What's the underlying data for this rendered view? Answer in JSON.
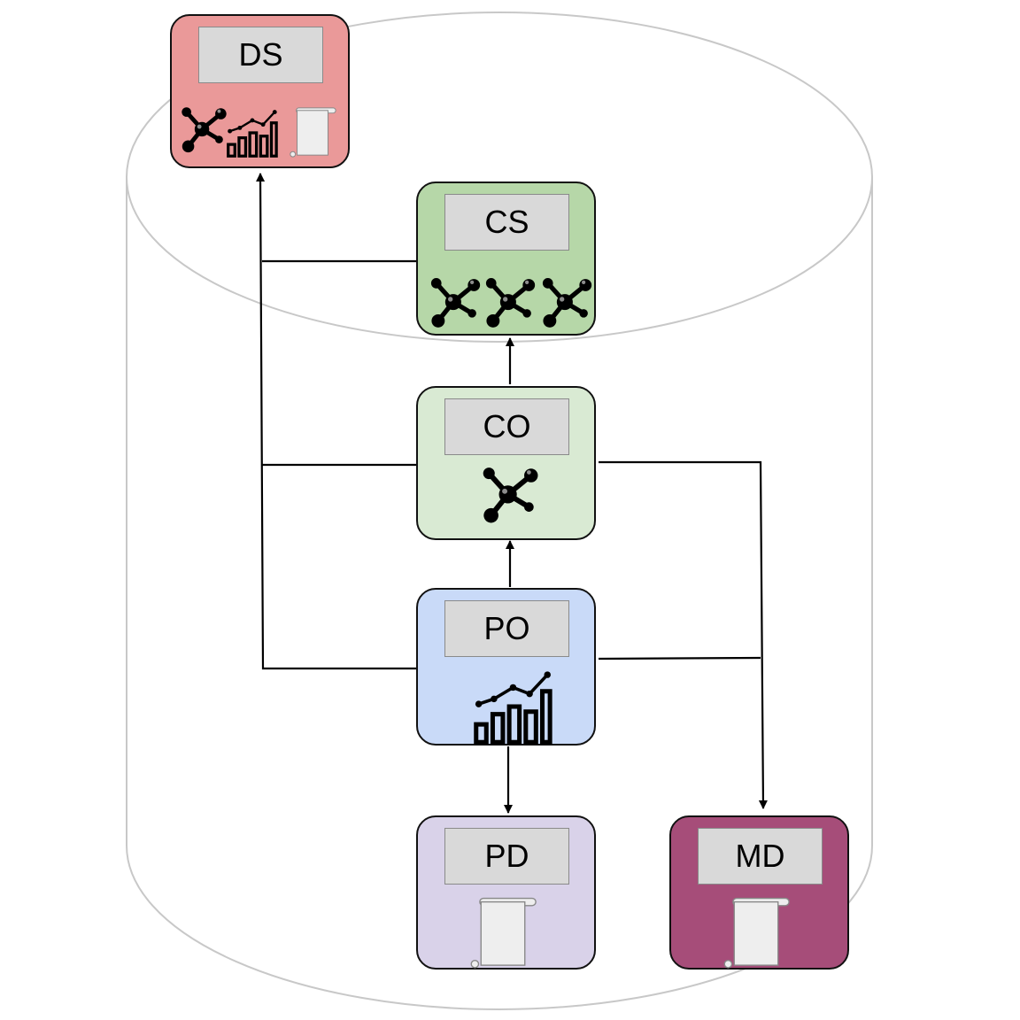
{
  "colors": {
    "DS": "#ea9999",
    "CS": "#b6d7a8",
    "CO": "#d9ead3",
    "PO": "#c9daf8",
    "PD": "#d9d2e9",
    "MD": "#a64d79",
    "cylinder_stroke": "#c8c8c8",
    "edge": "#000000"
  },
  "nodes": [
    {
      "id": "DS",
      "label": "DS",
      "icons": [
        "molecule-icon",
        "chart-icon",
        "scroll-icon"
      ]
    },
    {
      "id": "CS",
      "label": "CS",
      "icons": [
        "molecule-icon",
        "molecule-icon",
        "molecule-icon"
      ]
    },
    {
      "id": "CO",
      "label": "CO",
      "icons": [
        "molecule-icon"
      ]
    },
    {
      "id": "PO",
      "label": "PO",
      "icons": [
        "chart-icon"
      ]
    },
    {
      "id": "PD",
      "label": "PD",
      "icons": [
        "scroll-icon"
      ]
    },
    {
      "id": "MD",
      "label": "MD",
      "icons": [
        "scroll-icon"
      ]
    }
  ],
  "edges": [
    {
      "from": "CS",
      "to": "DS"
    },
    {
      "from": "CO",
      "to": "DS"
    },
    {
      "from": "PO",
      "to": "DS"
    },
    {
      "from": "CO",
      "to": "CS"
    },
    {
      "from": "PO",
      "to": "CO"
    },
    {
      "from": "PO",
      "to": "PD"
    },
    {
      "from": "CO",
      "to": "MD"
    },
    {
      "from": "PO",
      "to": "MD"
    }
  ]
}
